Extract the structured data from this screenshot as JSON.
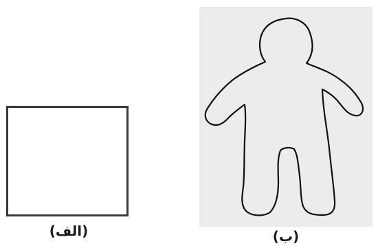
{
  "figures": {
    "a": {
      "caption": "(الف)",
      "shape": "square-outline"
    },
    "b": {
      "caption": "(ب)",
      "shape": "human-figure-outline"
    }
  },
  "colors": {
    "outline": "#3a3a3a",
    "figure_b_background": "#ececec"
  }
}
